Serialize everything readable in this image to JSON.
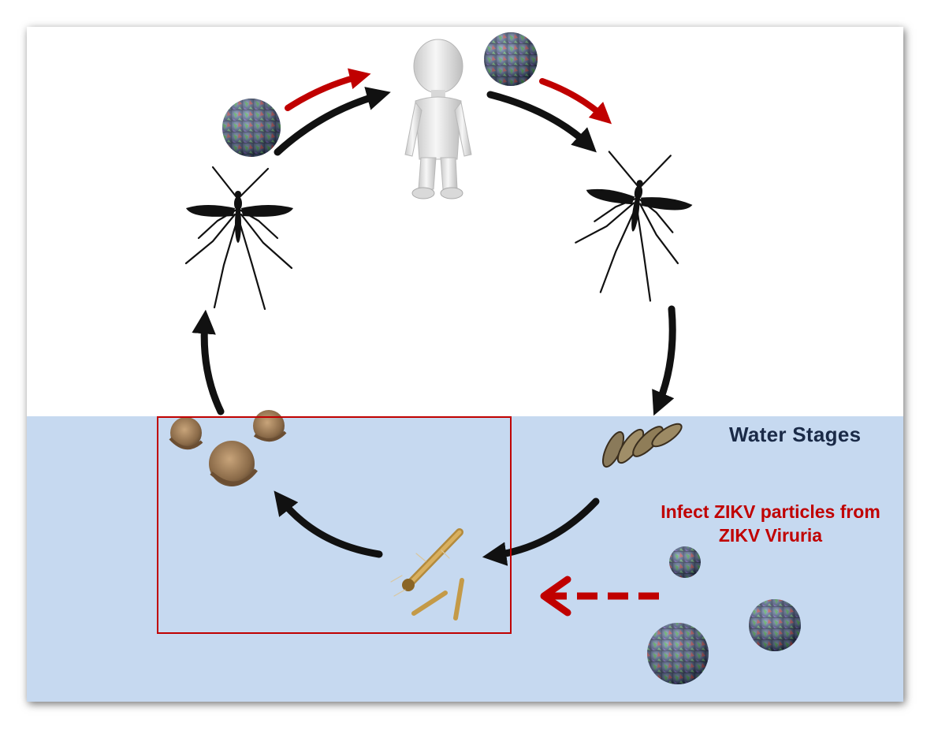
{
  "labels": {
    "water_stages": "Water Stages",
    "infect_line1": "Infect ZIKV particles from",
    "infect_line2": "ZIKV Viruria"
  },
  "colors": {
    "water": "#c6d9f0",
    "highlight_red": "#c00000",
    "cycle_arrow": "#111111",
    "transmission_arrow": "#c00000",
    "title_text": "#1a2a47"
  },
  "nodes": [
    "zika-virus-particle-icon",
    "human-figure-icon",
    "adult-mosquito-icon",
    "mosquito-eggs-icon",
    "mosquito-larvae-icon",
    "mosquito-pupae-icon"
  ]
}
